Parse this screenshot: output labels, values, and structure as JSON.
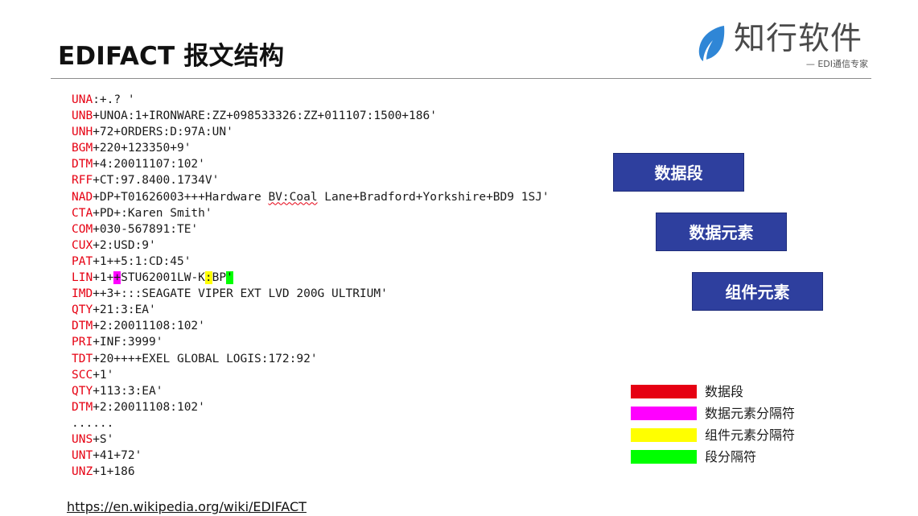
{
  "slide": {
    "title": "EDIFACT 报文结构",
    "source_url": "https://en.wikipedia.org/wiki/EDIFACT"
  },
  "logo": {
    "icon": "leaf-icon",
    "name": "知行软件",
    "tagline": "— EDI通信专家",
    "color": "#2f86d6"
  },
  "edi_lines": [
    {
      "tag": "UNA",
      "rest": ":+.? '"
    },
    {
      "tag": "UNB",
      "rest": "+UNOA:1+IRONWARE:ZZ+098533326:ZZ+011107:1500+186'"
    },
    {
      "tag": "UNH",
      "rest": "+72+ORDERS:D:97A:UN'"
    },
    {
      "tag": "BGM",
      "rest": "+220+123350+9'"
    },
    {
      "tag": "DTM",
      "rest": "+4:20011107:102'"
    },
    {
      "tag": "RFF",
      "rest": "+CT:97.8400.1734V'"
    },
    {
      "tag": "NAD",
      "rest": "+DP+T01626003+++Hardware BV:Coal Lane+Bradford+Yorkshire+BD9 1SJ'"
    },
    {
      "tag": "CTA",
      "rest": "+PD+:Karen Smith'"
    },
    {
      "tag": "COM",
      "rest": "+030-567891:TE'"
    },
    {
      "tag": "CUX",
      "rest": "+2:USD:9'"
    },
    {
      "tag": "PAT",
      "rest": "+1++5:1:CD:45'"
    },
    {
      "tag": "LIN",
      "rest": "+1++STU62001LW-K:BP'"
    },
    {
      "tag": "IMD",
      "rest": "++3+:::SEAGATE VIPER EXT LVD 200G ULTRIUM'"
    },
    {
      "tag": "QTY",
      "rest": "+21:3:EA'"
    },
    {
      "tag": "DTM",
      "rest": "+2:20011108:102'"
    },
    {
      "tag": "PRI",
      "rest": "+INF:3999'"
    },
    {
      "tag": "TDT",
      "rest": "+20++++EXEL GLOBAL LOGIS:172:92'"
    },
    {
      "tag": "SCC",
      "rest": "+1'"
    },
    {
      "tag": "QTY",
      "rest": "+113:3:EA'"
    },
    {
      "tag": "DTM",
      "rest": "+2:20011108:102'"
    },
    {
      "tag": "",
      "rest": "......"
    },
    {
      "tag": "UNS",
      "rest": "+S'"
    },
    {
      "tag": "UNT",
      "rest": "+41+72'"
    },
    {
      "tag": "UNZ",
      "rest": "+1+186"
    }
  ],
  "lin_highlight": {
    "tag": "LIN",
    "part1": "+1+",
    "element_sep": "+",
    "part2": "STU62001LW-K",
    "component_sep": ":",
    "part3": "BP",
    "segment_term": "'"
  },
  "nad_squiggle": {
    "tag": "NAD",
    "before": "+DP+T01626003+++Hardware ",
    "underlined": "BV:Coal",
    "after": " Lane+Bradford+Yorkshire+BD9 1SJ'"
  },
  "label_boxes": [
    {
      "text": "数据段"
    },
    {
      "text": "数据元素"
    },
    {
      "text": "组件元素"
    }
  ],
  "legend": [
    {
      "label": "数据段",
      "color": "#e60012"
    },
    {
      "label": "数据元素分隔符",
      "color": "#ff00ff"
    },
    {
      "label": "组件元素分隔符",
      "color": "#ffff00"
    },
    {
      "label": "段分隔符",
      "color": "#00ff00"
    }
  ],
  "colors": {
    "segment_tag": "#e60012",
    "box_fill": "#2e3f9e"
  }
}
